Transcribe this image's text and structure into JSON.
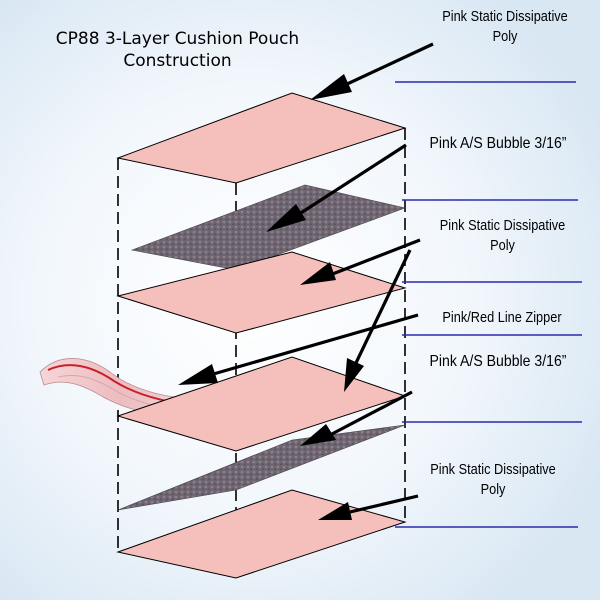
{
  "title": {
    "line1": "CP88 3-Layer Cushion Pouch",
    "line2": "Construction"
  },
  "labels": [
    {
      "line1": "Pink Static Dissipative",
      "line2": "Poly"
    },
    {
      "line1": "Pink A/S Bubble 3/16”"
    },
    {
      "line1": "Pink Static Dissipative",
      "line2": "Poly"
    },
    {
      "line1": "Pink/Red Line Zipper"
    },
    {
      "line1": "Pink A/S Bubble 3/16”"
    },
    {
      "line1": "Pink Static Dissipative",
      "line2": "Poly"
    }
  ],
  "colors": {
    "background": "#eaf2f9",
    "poly": "#f5c0bc",
    "bubble": "#6e6570",
    "edge": "#000000",
    "rule": "#2b2bb0",
    "zipper_tape": "#f2c7c9",
    "zipper_line": "#c8202a"
  }
}
